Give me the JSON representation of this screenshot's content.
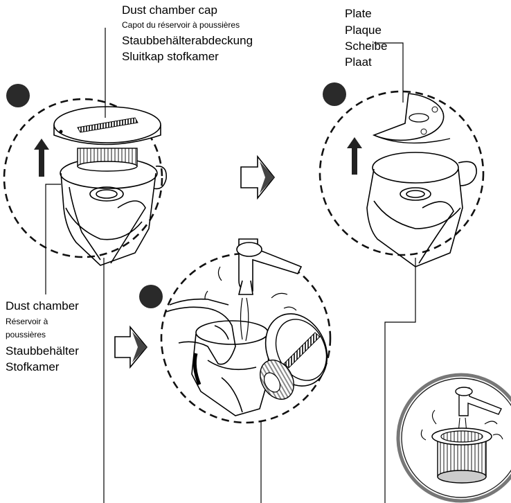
{
  "labels": {
    "cap": {
      "en": "Dust chamber cap",
      "fr": "Capot du réservoir à poussières",
      "de": "Staubbehälterabdeckung",
      "nl": "Sluitkap stofkamer"
    },
    "plate": {
      "en": "Plate",
      "fr": "Plaque",
      "de": "Scheibe",
      "nl": "Plaat"
    },
    "chamber": {
      "en": "Dust chamber",
      "fr_line1": "Réservoir à",
      "fr_line2": "poussières",
      "de": "Staubbehälter",
      "nl": "Stofkamer"
    }
  },
  "colors": {
    "ink": "#000000",
    "step_dot": "#2a2a2a",
    "panel_outline": "#111111",
    "filter_grey": "#9a9a9a"
  },
  "icons": [
    "step-dot-icon",
    "up-arrow-icon",
    "next-arrow-icon",
    "faucet-icon",
    "dust-chamber-icon",
    "cap-icon",
    "plate-icon",
    "filter-icon",
    "water-splash-icon"
  ]
}
